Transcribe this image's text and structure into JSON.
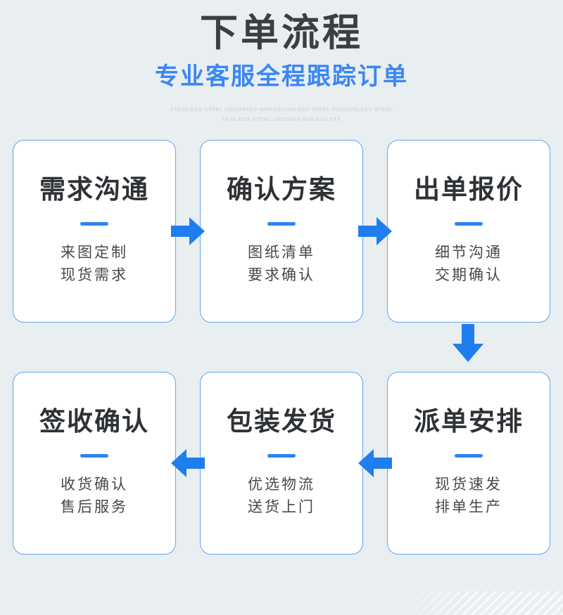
{
  "header": {
    "main_title": "下单流程",
    "sub_title": "专业客服全程跟踪订单",
    "eng_line_1": "STAINLESS STEEL UNCOATED WOKSSTAINLESS STEEL KSSTAINLESS STEEL",
    "eng_line_2": "TAINLESS STEEL UNCOATE AINLESS STE"
  },
  "colors": {
    "background": "#e9eef0",
    "card_background": "#ffffff",
    "card_border": "#5fa4f5",
    "accent_blue": "#2b85f5",
    "arrow_blue": "#1e7ef0",
    "subtitle_blue": "#3a86f7",
    "title_gray": "#3a3f42"
  },
  "flow": {
    "steps": [
      {
        "step": 1,
        "title": "需求沟通",
        "desc_line_1": "来图定制",
        "desc_line_2": "现货需求"
      },
      {
        "step": 2,
        "title": "确认方案",
        "desc_line_1": "图纸清单",
        "desc_line_2": "要求确认"
      },
      {
        "step": 3,
        "title": "出单报价",
        "desc_line_1": "细节沟通",
        "desc_line_2": "交期确认"
      },
      {
        "step": 4,
        "title": "派单安排",
        "desc_line_1": "现货速发",
        "desc_line_2": "排单生产"
      },
      {
        "step": 5,
        "title": "包装发货",
        "desc_line_1": "优选物流",
        "desc_line_2": "送货上门"
      },
      {
        "step": 6,
        "title": "签收确认",
        "desc_line_1": "收货确认",
        "desc_line_2": "售后服务"
      }
    ],
    "connectors": [
      {
        "id": "step-1-to-2",
        "direction": "right"
      },
      {
        "id": "step-2-to-3",
        "direction": "right"
      },
      {
        "id": "step-3-to-4",
        "direction": "down"
      },
      {
        "id": "step-4-to-5",
        "direction": "left"
      },
      {
        "id": "step-5-to-6",
        "direction": "left"
      }
    ]
  }
}
